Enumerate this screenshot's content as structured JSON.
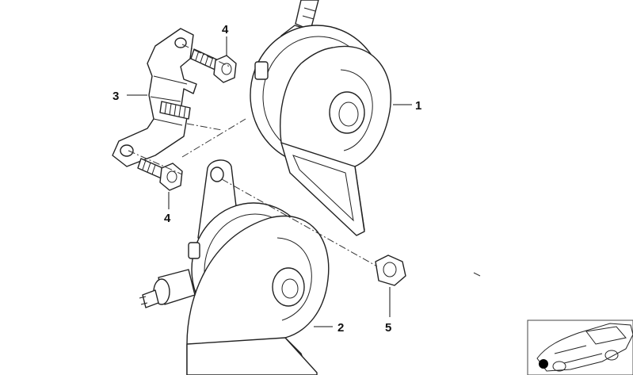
{
  "diagram": {
    "callouts": {
      "part_1": "1",
      "part_2": "2",
      "part_3": "3",
      "part_4_top": "4",
      "part_4_bottom": "4",
      "part_5": "5"
    },
    "colors": {
      "line": "#222222",
      "background": "#ffffff",
      "marker": "#000000"
    }
  }
}
